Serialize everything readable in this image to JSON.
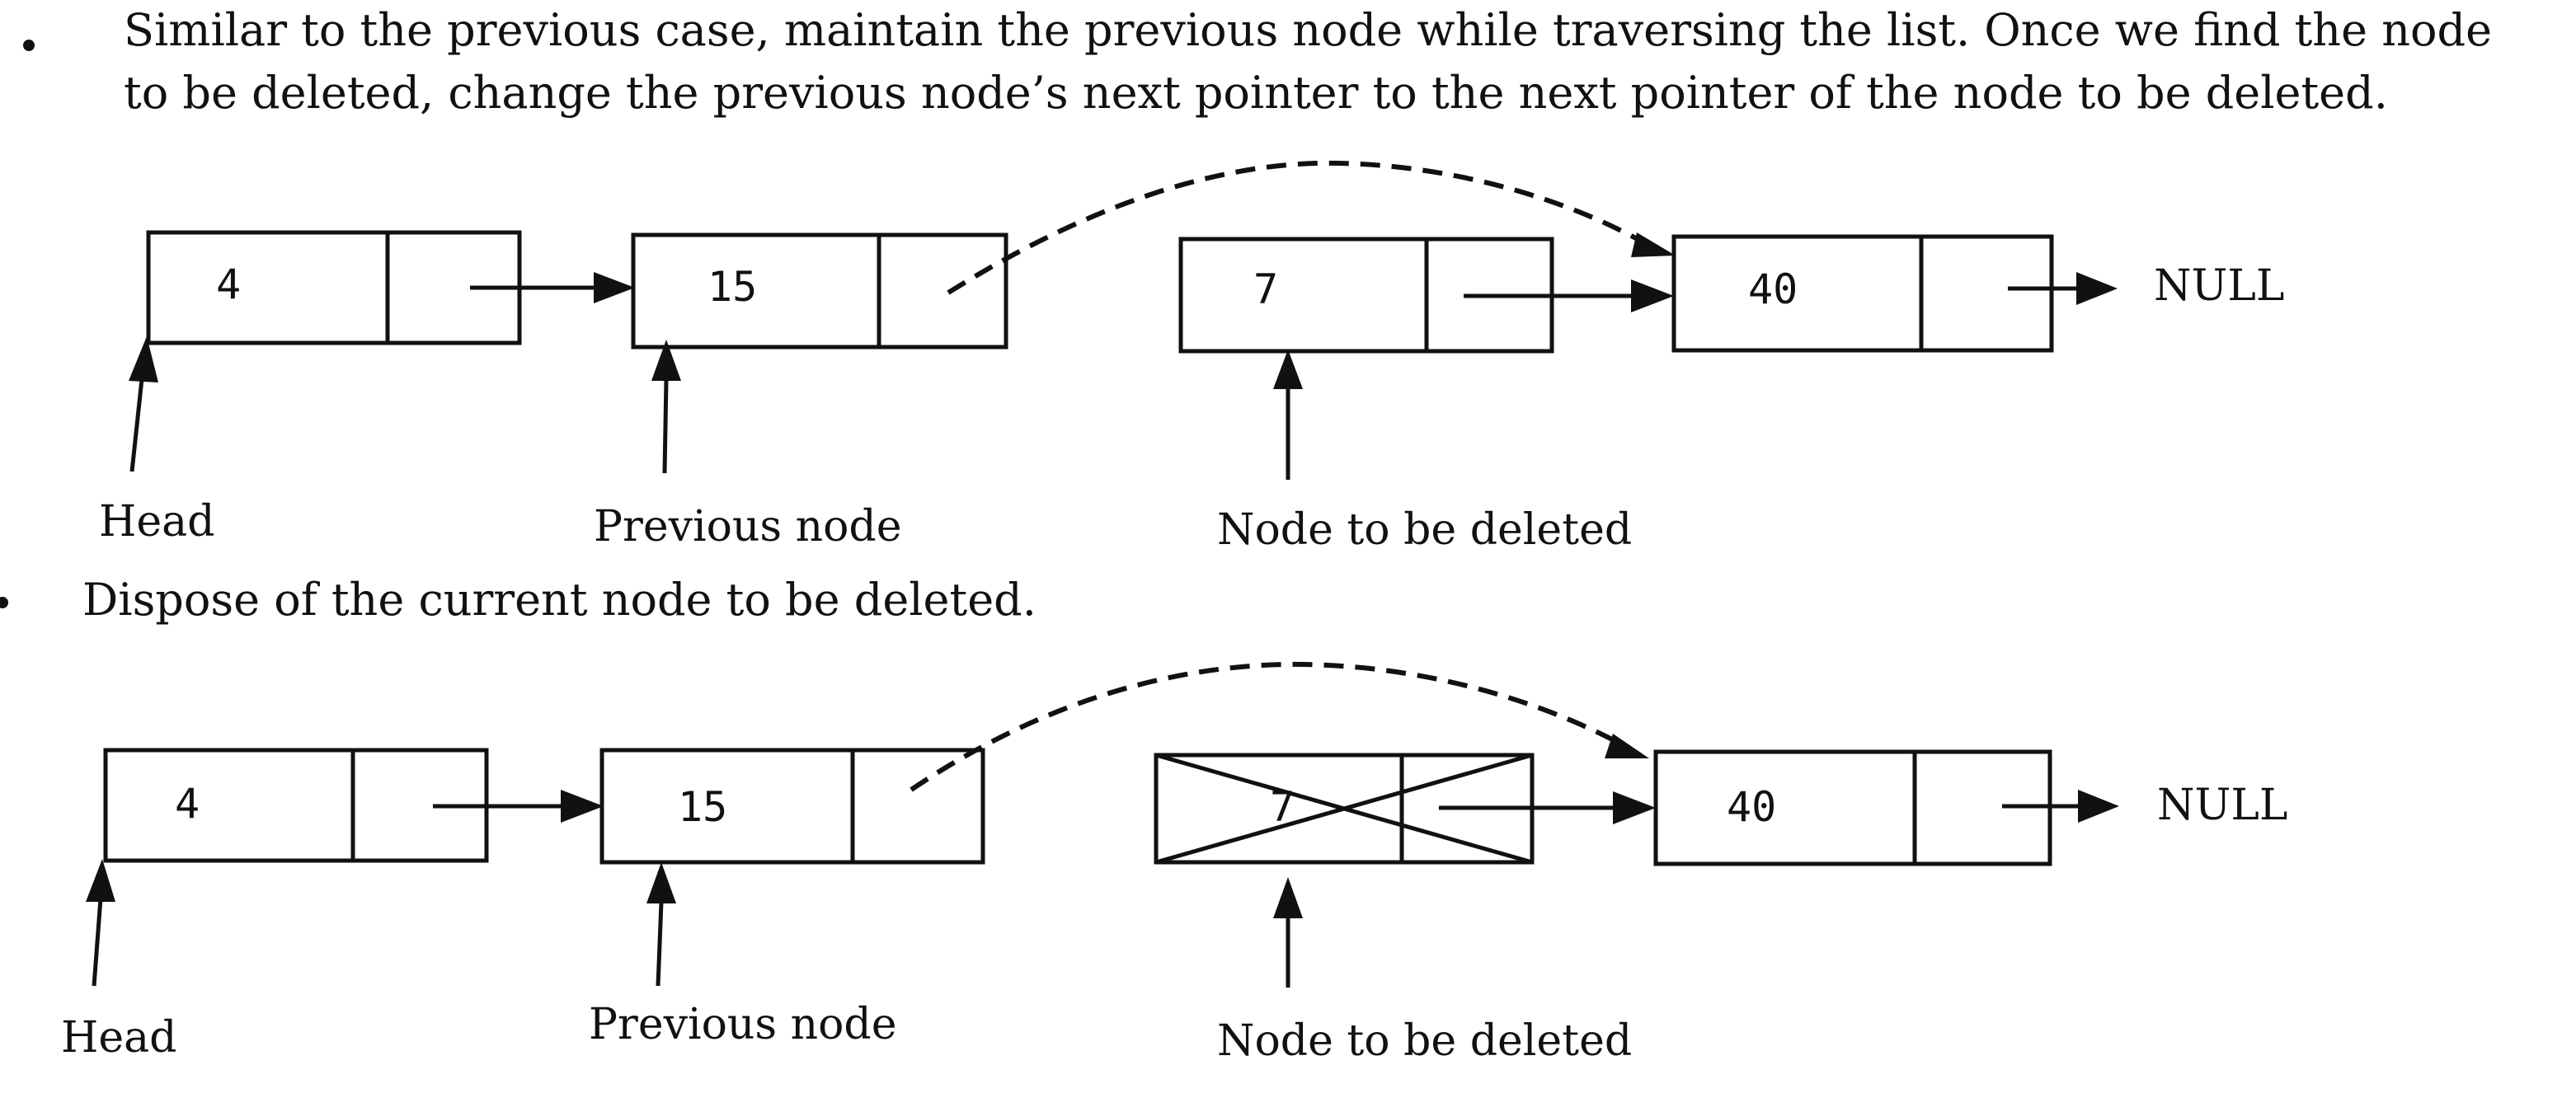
{
  "bullets": {
    "first_line1": "Similar to the previous case, maintain the previous node while traversing the list. Once we find the node",
    "first_line2": "to be deleted, change the previous node’s next pointer to the next pointer of the node to be deleted.",
    "second": "Dispose of the current node to be deleted."
  },
  "diagrams": [
    {
      "nodes": [
        "4",
        "15",
        "7",
        "40"
      ],
      "null_label": "NULL",
      "labels": {
        "head": "Head",
        "previous": "Previous node",
        "deleted": "Node to be deleted"
      }
    },
    {
      "nodes": [
        "4",
        "15",
        "7",
        "40"
      ],
      "null_label": "NULL",
      "labels": {
        "head": "Head",
        "previous": "Previous node",
        "deleted": "Node to be deleted"
      }
    }
  ]
}
